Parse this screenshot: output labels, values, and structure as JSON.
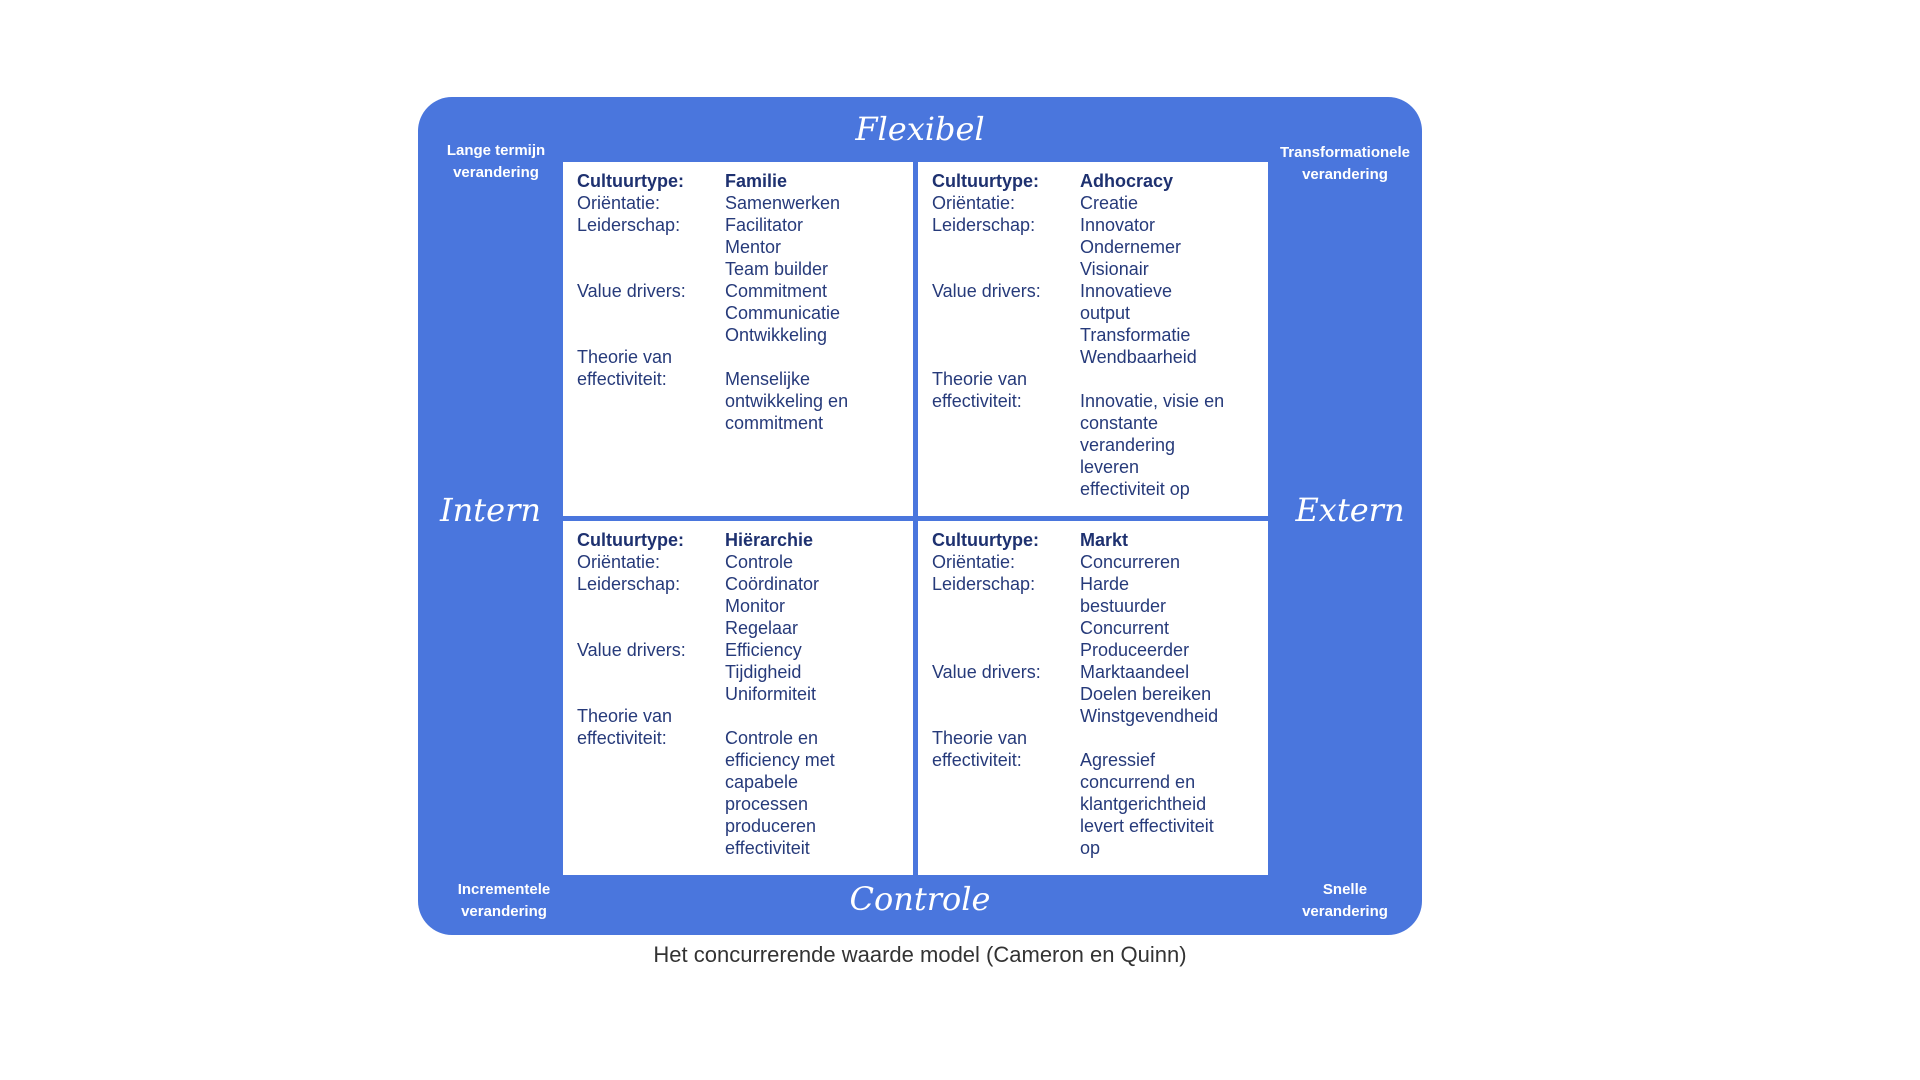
{
  "axes": {
    "top": "Flexibel",
    "bottom": "Controle",
    "left": "Intern",
    "right": "Extern"
  },
  "corners": {
    "top_left": [
      "Lange termijn",
      "verandering"
    ],
    "top_right": [
      "Transformationele",
      "verandering"
    ],
    "bottom_left": [
      "Incrementele",
      "verandering"
    ],
    "bottom_right": [
      "Snelle",
      "verandering"
    ]
  },
  "quadrants": {
    "top_left": {
      "rows": [
        {
          "label": "Cultuurtype:",
          "value": "Familie",
          "head": true
        },
        {
          "label": "Oriëntatie:",
          "value": "Samenwerken"
        },
        {
          "label": "Leiderschap:",
          "value": "Facilitator"
        },
        {
          "label": "",
          "value": "Mentor"
        },
        {
          "label": "",
          "value": "Team builder"
        },
        {
          "label": "Value drivers:",
          "value": "Commitment"
        },
        {
          "label": "",
          "value": "Communicatie"
        },
        {
          "label": "",
          "value": "Ontwikkeling"
        },
        {
          "label": "Theorie van",
          "value": ""
        },
        {
          "label": "effectiviteit:",
          "value": "Menselijke"
        },
        {
          "label": "",
          "value": "ontwikkeling  en"
        },
        {
          "label": "",
          "value": "commitment"
        }
      ]
    },
    "top_right": {
      "rows": [
        {
          "label": "Cultuurtype:",
          "value": "Adhocracy",
          "head": true
        },
        {
          "label": "Oriëntatie:",
          "value": "Creatie"
        },
        {
          "label": "Leiderschap:",
          "value": "Innovator"
        },
        {
          "label": "",
          "value": "Ondernemer"
        },
        {
          "label": "",
          "value": "Visionair"
        },
        {
          "label": "Value drivers:",
          "value": "Innovatieve"
        },
        {
          "label": "",
          "value": "output"
        },
        {
          "label": "",
          "value": "Transformatie"
        },
        {
          "label": "",
          "value": "Wendbaarheid"
        },
        {
          "label": "Theorie van",
          "value": ""
        },
        {
          "label": "effectiviteit:",
          "value": "Innovatie, visie en"
        },
        {
          "label": "",
          "value": "constante"
        },
        {
          "label": "",
          "value": "verandering"
        },
        {
          "label": "",
          "value": "leveren"
        },
        {
          "label": "",
          "value": "effectiviteit op"
        }
      ]
    },
    "bottom_left": {
      "rows": [
        {
          "label": "Cultuurtype:",
          "value": "Hiërarchie",
          "head": true
        },
        {
          "label": "Oriëntatie:",
          "value": "Controle"
        },
        {
          "label": "Leiderschap:",
          "value": "Coördinator"
        },
        {
          "label": "",
          "value": "Monitor"
        },
        {
          "label": "",
          "value": "Regelaar"
        },
        {
          "label": "Value drivers:",
          "value": "Efficiency"
        },
        {
          "label": "",
          "value": "Tijdigheid"
        },
        {
          "label": "",
          "value": "Uniformiteit"
        },
        {
          "label": "Theorie van",
          "value": ""
        },
        {
          "label": "effectiviteit:",
          "value": "Controle en"
        },
        {
          "label": "",
          "value": "efficiency met"
        },
        {
          "label": "",
          "value": "capabele"
        },
        {
          "label": "",
          "value": "processen"
        },
        {
          "label": "",
          "value": "produceren"
        },
        {
          "label": "",
          "value": "effectiviteit"
        }
      ]
    },
    "bottom_right": {
      "rows": [
        {
          "label": "Cultuurtype:",
          "value": "Markt",
          "head": true
        },
        {
          "label": "Oriëntatie:",
          "value": "Concurreren"
        },
        {
          "label": "Leiderschap:",
          "value": "Harde"
        },
        {
          "label": "",
          "value": "bestuurder"
        },
        {
          "label": "",
          "value": "Concurrent"
        },
        {
          "label": "",
          "value": "Produceerder"
        },
        {
          "label": "Value drivers:",
          "value": "Marktaandeel"
        },
        {
          "label": "",
          "value": "Doelen bereiken"
        },
        {
          "label": "",
          "value": "Winstgevendheid"
        },
        {
          "label": "Theorie van",
          "value": ""
        },
        {
          "label": "effectiviteit:",
          "value": "Agressief"
        },
        {
          "label": "",
          "value": "concurrend en"
        },
        {
          "label": "",
          "value": "klantgerichtheid"
        },
        {
          "label": "",
          "value": "levert effectiviteit"
        },
        {
          "label": "",
          "value": "op"
        }
      ]
    }
  },
  "caption": "Het concurrerende waarde model (Cameron en Quinn)",
  "colors": {
    "frame": "#4a76dd",
    "quadrant_bg": "#ffffff",
    "text": "#263a7a"
  }
}
